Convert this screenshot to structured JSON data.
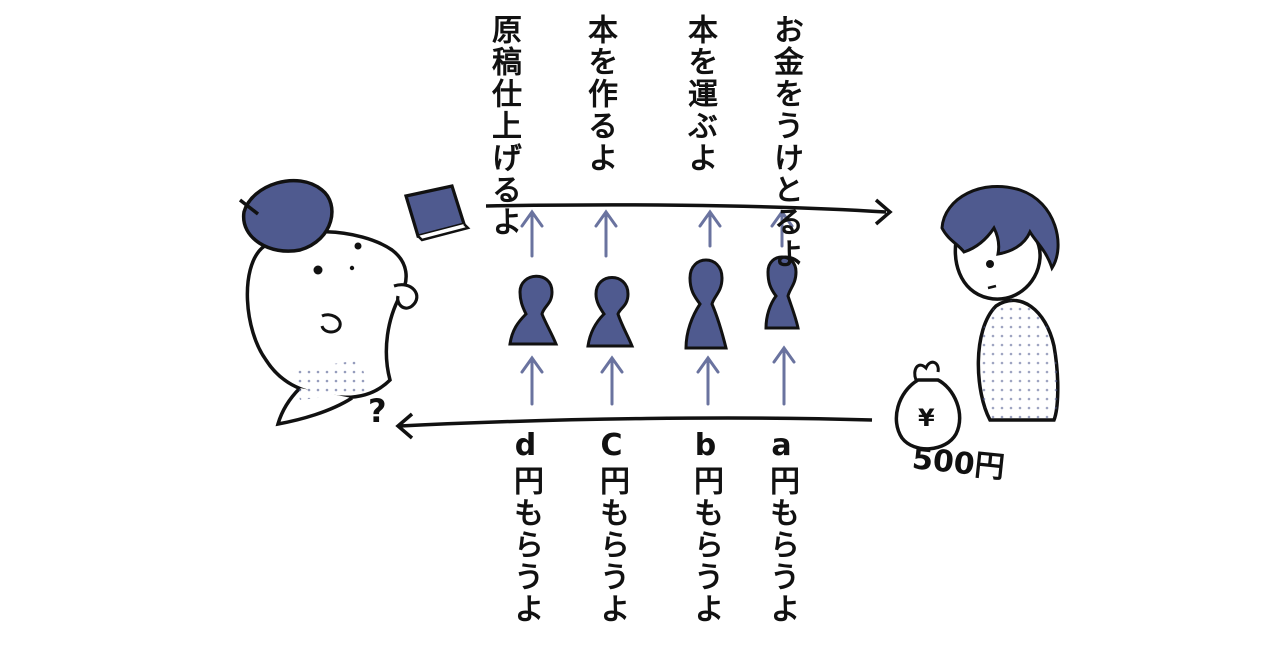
{
  "colors": {
    "ink": "#111111",
    "navy": "#4f5a8f",
    "arrow": "#6a739f",
    "dots": "#4f5a8f"
  },
  "top_labels": {
    "manuscript": "原稿仕上げるよ",
    "make_book": "本を作るよ",
    "carry_book": "本を運ぶよ",
    "receive_money": "お金をうけとるよ"
  },
  "bottom_labels": {
    "d": "d円もらうよ",
    "c": "C円もらうよ",
    "b": "b円もらうよ",
    "a": "a円もらうよ"
  },
  "price": "500円",
  "question_mark": "?",
  "icons": {
    "author": "ghost-author-with-beret",
    "book": "book-icon",
    "reader": "reader-person",
    "money_bag": "money-bag-yen-icon",
    "middlemen": "person-silhouette-icon",
    "yen_symbol": "¥"
  }
}
